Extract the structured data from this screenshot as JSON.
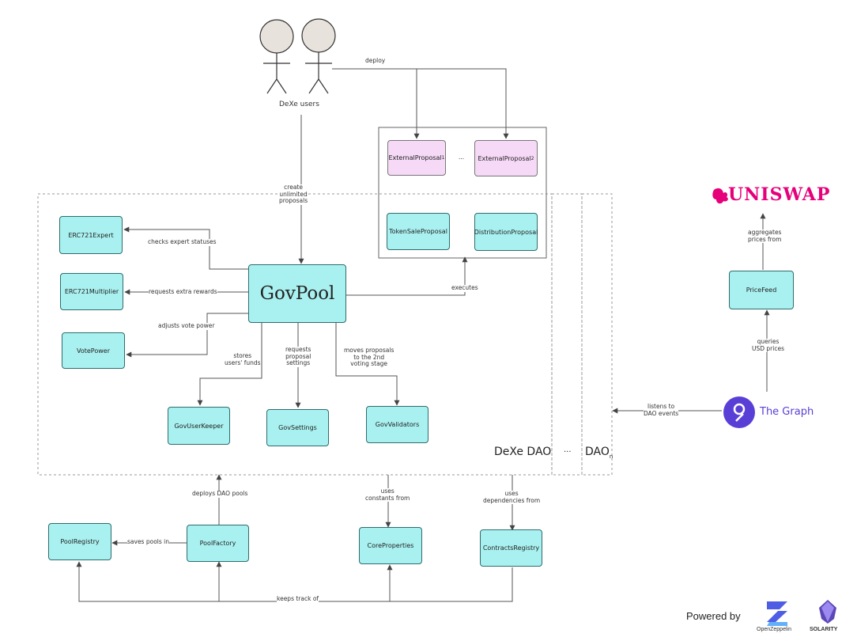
{
  "users": {
    "label": "DeXe users",
    "deploy_label": "deploy",
    "create_label": "create\nunlimited\nproposals"
  },
  "proposals": {
    "external1": "ExternalProposal",
    "external1_sub": "1",
    "external2": "ExternalProposal",
    "external2_sub": "2",
    "ellipsis": "...",
    "token_sale": "TokenSaleProposal",
    "distribution": "DistributionProposal"
  },
  "govpool": {
    "name": "GovPool",
    "executes": "executes",
    "checks_expert": "checks expert statuses",
    "requests_rewards": "requests extra rewards",
    "adjusts_vote": "adjusts vote power",
    "stores_funds": "stores\nusers' funds",
    "requests_settings": "requests\nproposal\nsettings",
    "moves_proposals": "moves proposals\nto the 2nd\nvoting stage"
  },
  "modules": {
    "erc721_expert": "ERC721Expert",
    "erc721_multiplier": "ERC721Multiplier",
    "vote_power": "VotePower",
    "gov_userkeeper": "GovUserKeeper",
    "gov_settings": "GovSettings",
    "gov_validators": "GovValidators"
  },
  "daos": {
    "dexe": "DeXe DAO",
    "dots": "...",
    "dao_n": "DAO",
    "dao_n_sub": "n"
  },
  "registry": {
    "pool_registry": "PoolRegistry",
    "pool_factory": "PoolFactory",
    "core_properties": "CoreProperties",
    "contracts_registry": "ContractsRegistry",
    "saves_pools": "saves pools in",
    "deploys_pools": "deploys DAO pools",
    "uses_constants": "uses\nconstants from",
    "uses_dependencies": "uses\ndependencies from",
    "keeps_track": "keeps track of"
  },
  "external": {
    "uniswap": "UNISWAP",
    "aggregates": "aggregates\nprices from",
    "price_feed": "PriceFeed",
    "queries": "queries\nUSD prices",
    "the_graph": "The Graph",
    "listens": "listens to\nDAO events"
  },
  "footer": {
    "powered_by": "Powered by",
    "openzeppelin": "OpenZeppelin",
    "solarity": "SOLARITY"
  },
  "colors": {
    "module_fill": "#a9f1f0",
    "proposal_fill": "#f6d9f7",
    "uniswap": "#e6007a",
    "graph": "#5a3fd6"
  }
}
